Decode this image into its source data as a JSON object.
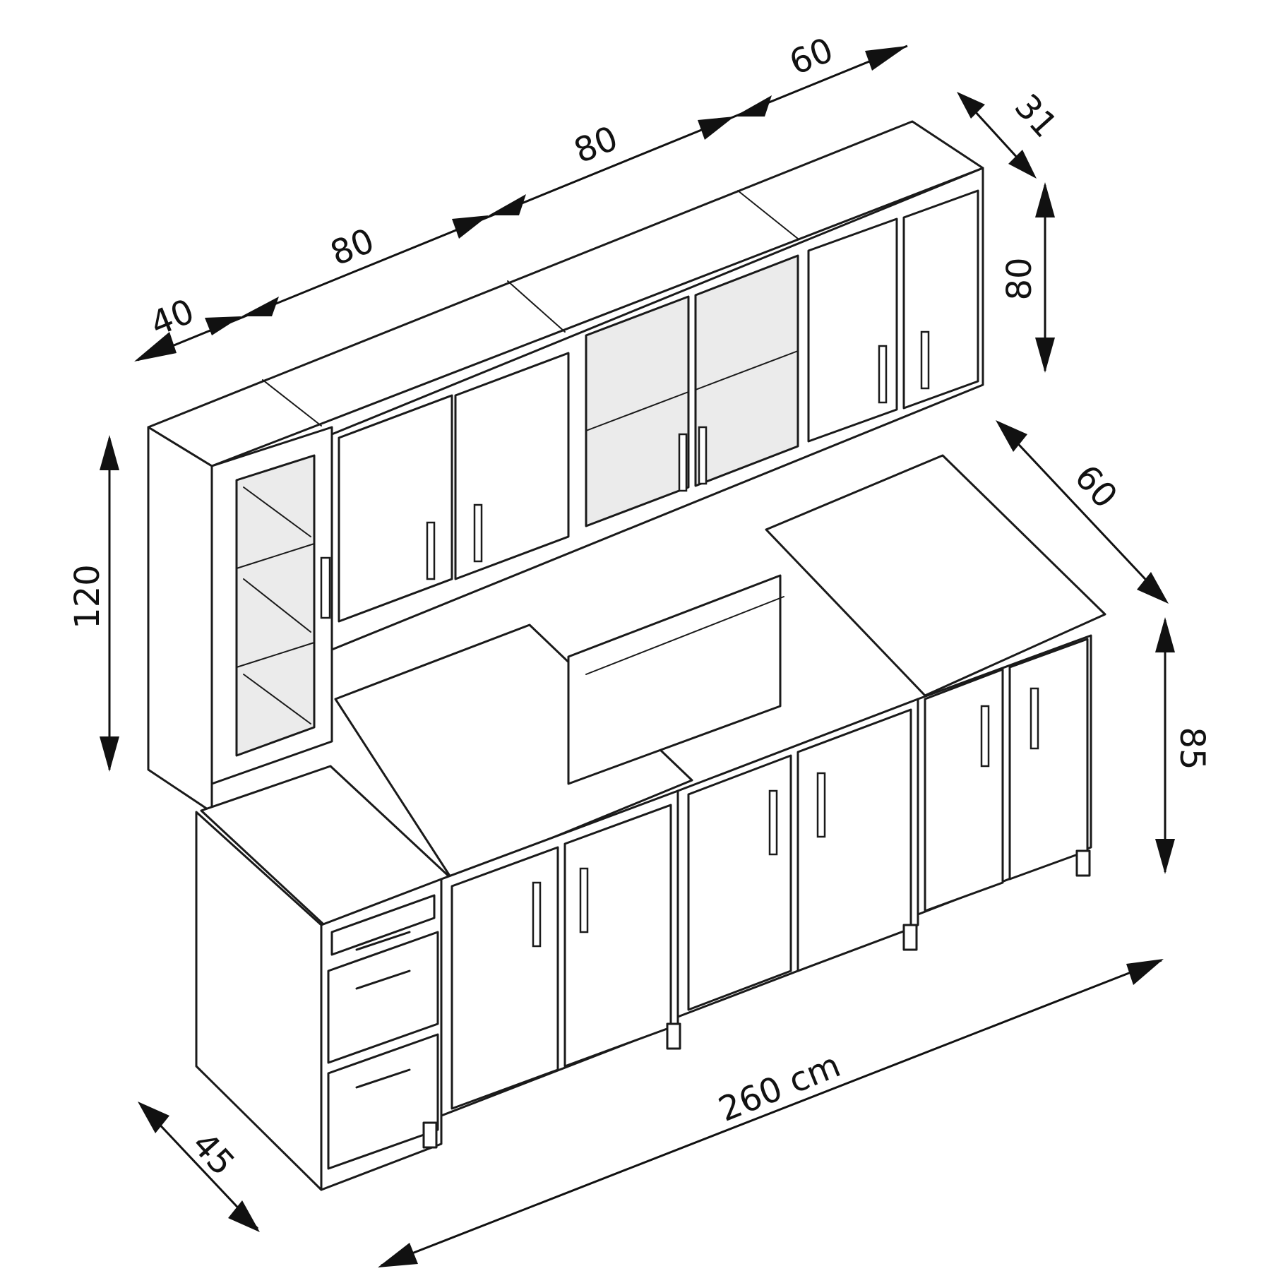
{
  "diagram": {
    "dimensions": {
      "upper_width_left": "40",
      "upper_width_second": "80",
      "upper_width_third": "80",
      "upper_width_right": "60",
      "upper_depth": "31",
      "upper_height": "80",
      "tall_unit_height": "120",
      "counter_depth": "60",
      "base_height": "85",
      "base_depth": "45",
      "total_width": "260 cm"
    },
    "colors": {
      "line": "#1a1a1a",
      "glass_fill": "#ebebeb",
      "background": "#ffffff"
    }
  }
}
